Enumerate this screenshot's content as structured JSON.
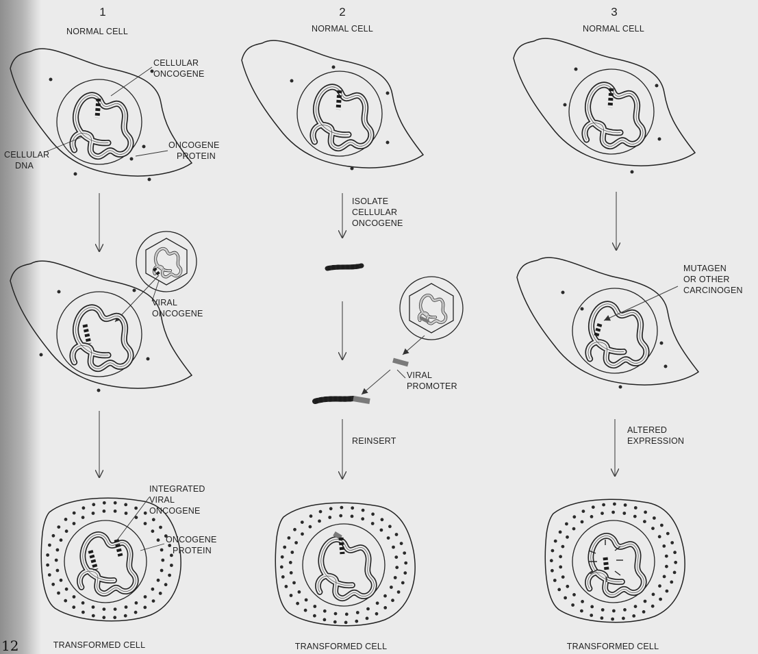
{
  "page_number": "12",
  "columns": [
    {
      "number": "1",
      "top_label": "NORMAL CELL",
      "bottom_label": "TRANSFORMED CELL",
      "labels": {
        "cellular_oncogene": [
          "CELLULAR",
          "ONCOGENE"
        ],
        "cellular_dna": [
          "CELLULAR",
          "DNA"
        ],
        "oncogene_protein": [
          "ONCOGENE",
          "PROTEIN"
        ],
        "viral_oncogene": [
          "VIRAL",
          "ONCOGENE"
        ],
        "integrated_viral_oncogene": [
          "INTEGRATED",
          "VIRAL",
          "ONCOGENE"
        ],
        "oncogene_protein_2": [
          "ONCOGENE",
          "PROTEIN"
        ]
      }
    },
    {
      "number": "2",
      "top_label": "NORMAL CELL",
      "bottom_label": "TRANSFORMED CELL",
      "labels": {
        "isolate": [
          "ISOLATE",
          "CELLULAR",
          "ONCOGENE"
        ],
        "viral_promoter": [
          "VIRAL",
          "PROMOTER"
        ],
        "reinsert": "REINSERT"
      }
    },
    {
      "number": "3",
      "top_label": "NORMAL CELL",
      "bottom_label": "TRANSFORMED CELL",
      "labels": {
        "mutagen": [
          "MUTAGEN",
          "OR OTHER",
          "CARCINOGEN"
        ],
        "altered": [
          "ALTERED",
          "EXPRESSION"
        ]
      }
    }
  ]
}
